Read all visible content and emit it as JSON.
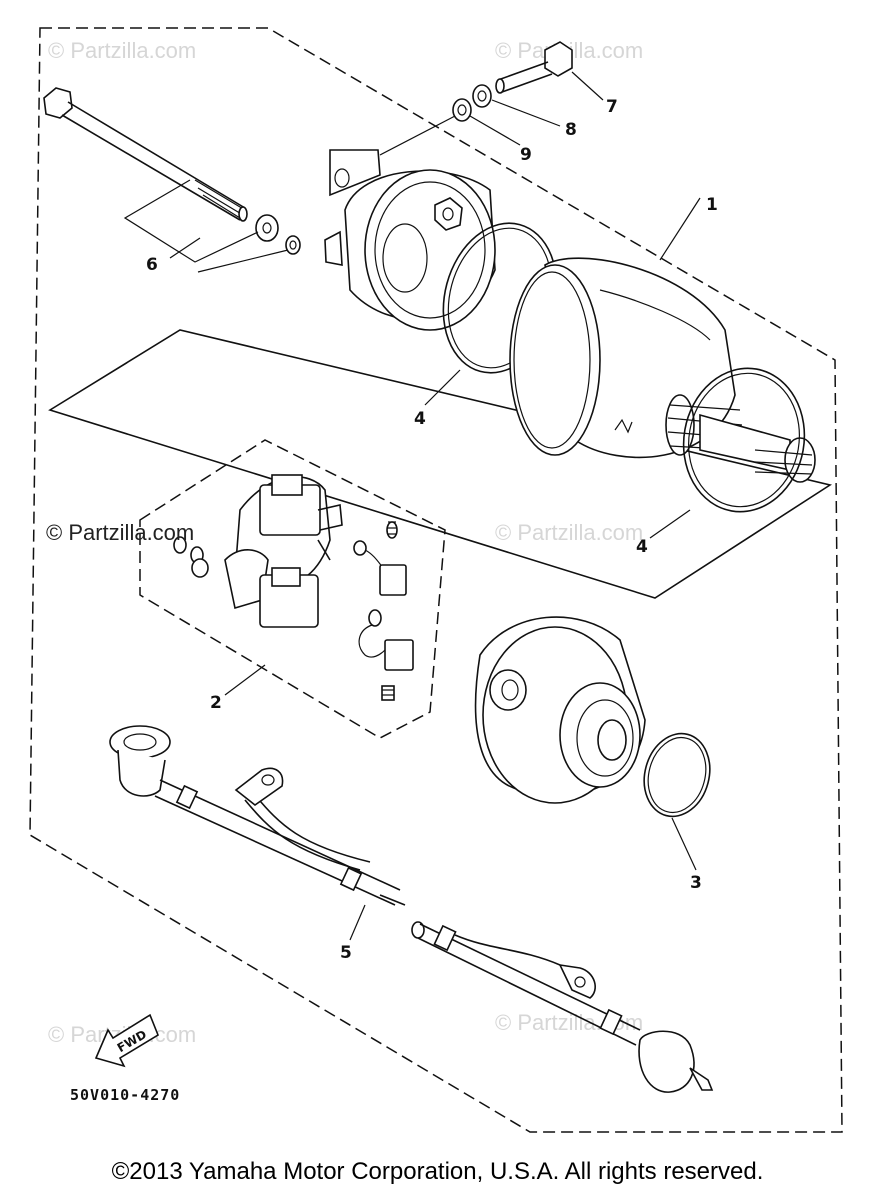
{
  "watermarks": {
    "top_left": "© Partzilla.com",
    "top_right": "© Partzilla.com",
    "mid_left": "© Partzilla.com",
    "mid_right": "© Partzilla.com",
    "bottom_left": "© Partzilla.com",
    "bottom_right": "© Partzilla.com"
  },
  "labels": {
    "p1": "1",
    "p2": "2",
    "p3": "3",
    "p4a": "4",
    "p4b": "4",
    "p5": "5",
    "p6": "6",
    "p7": "7",
    "p8": "8",
    "p9": "9"
  },
  "fwd_label": "FWD",
  "diagram_code": "50V010-4270",
  "copyright": "©2013 Yamaha Motor Corporation, U.S.A. All rights reserved."
}
